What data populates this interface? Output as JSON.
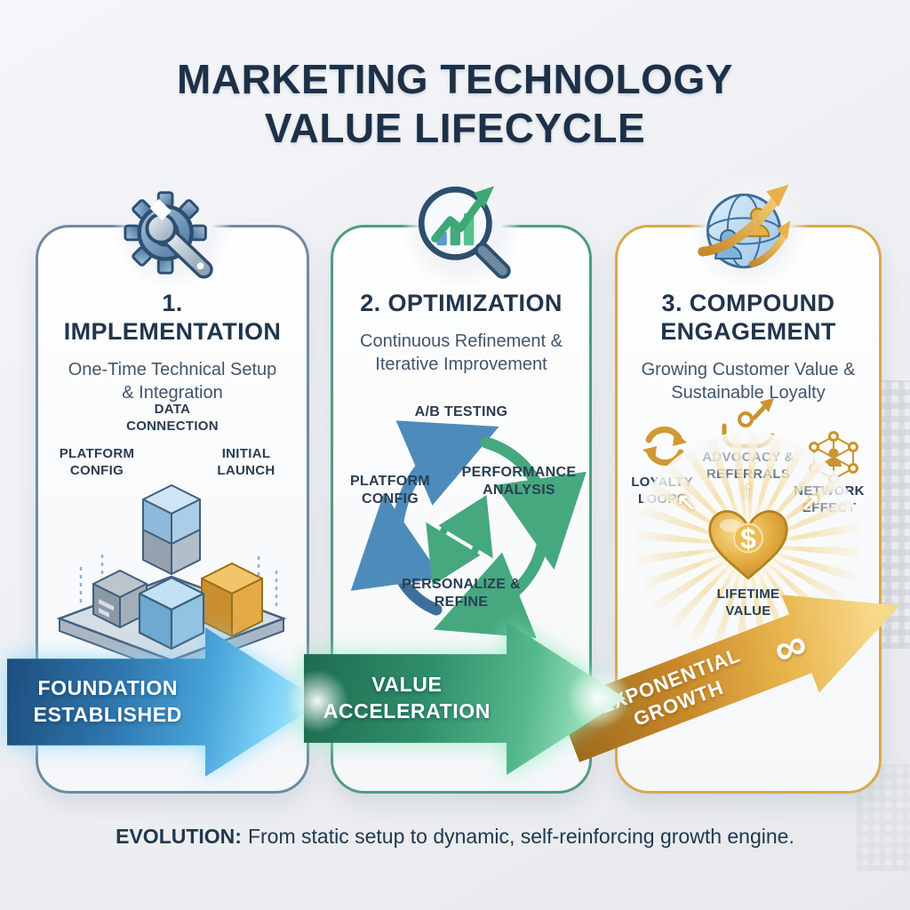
{
  "title": {
    "line1": "MARKETING TECHNOLOGY",
    "line2": "VALUE LIFECYCLE"
  },
  "colors": {
    "title_text": "#1d3048",
    "panel1_border": "#6e8aa2",
    "panel2_border": "#4f9d7e",
    "panel3_border": "#d8a94e",
    "blue_arrow": "#2e76ad",
    "green_arrow": "#2f8e6a",
    "gold_arrow": "#e9b54e"
  },
  "panels": [
    {
      "icon": "gear-wrench-icon",
      "title": "1. IMPLEMENTATION",
      "subtitle": "One-Time Technical Setup & Integration",
      "labels": {
        "top": "DATA CONNECTION",
        "left": "PLATFORM CONFIG",
        "right": "INITIAL LAUNCH"
      }
    },
    {
      "icon": "magnifier-growth-icon",
      "title": "2. OPTIMIZATION",
      "subtitle": "Continuous Refinement & Iterative Improvement",
      "cycle": {
        "top": "A/B TESTING",
        "right": "PERFORMANCE ANALYSIS",
        "bottom": "PERSONALIZE & REFINE",
        "left": "PLATFORM CONFIG"
      }
    },
    {
      "icon": "globe-growth-icon",
      "title": "3. COMPOUND ENGAGEMENT",
      "subtitle": "Growing Customer Value & Sustainable Loyalty",
      "features": [
        {
          "icon": "loyalty-loop-icon",
          "label": "LOYALTY LOOPS"
        },
        {
          "icon": "advocacy-hand-icon",
          "label": "ADVOCACY & REFERRALS"
        },
        {
          "icon": "network-effect-icon",
          "label": "NETWORK EFFECT"
        }
      ],
      "center_label": "LIFETIME VALUE",
      "center_symbol": "$",
      "rays": {
        "left": "↖",
        "up": "↑",
        "right": "↗"
      }
    }
  ],
  "flow_arrows": [
    {
      "label": "FOUNDATION ESTABLISHED"
    },
    {
      "label": "VALUE ACCELERATION"
    },
    {
      "label": "EXPONENTIAL GROWTH",
      "symbol": "∞"
    }
  ],
  "caption": {
    "prefix": "EVOLUTION:",
    "text": "From static setup to dynamic, self-reinforcing growth engine."
  }
}
